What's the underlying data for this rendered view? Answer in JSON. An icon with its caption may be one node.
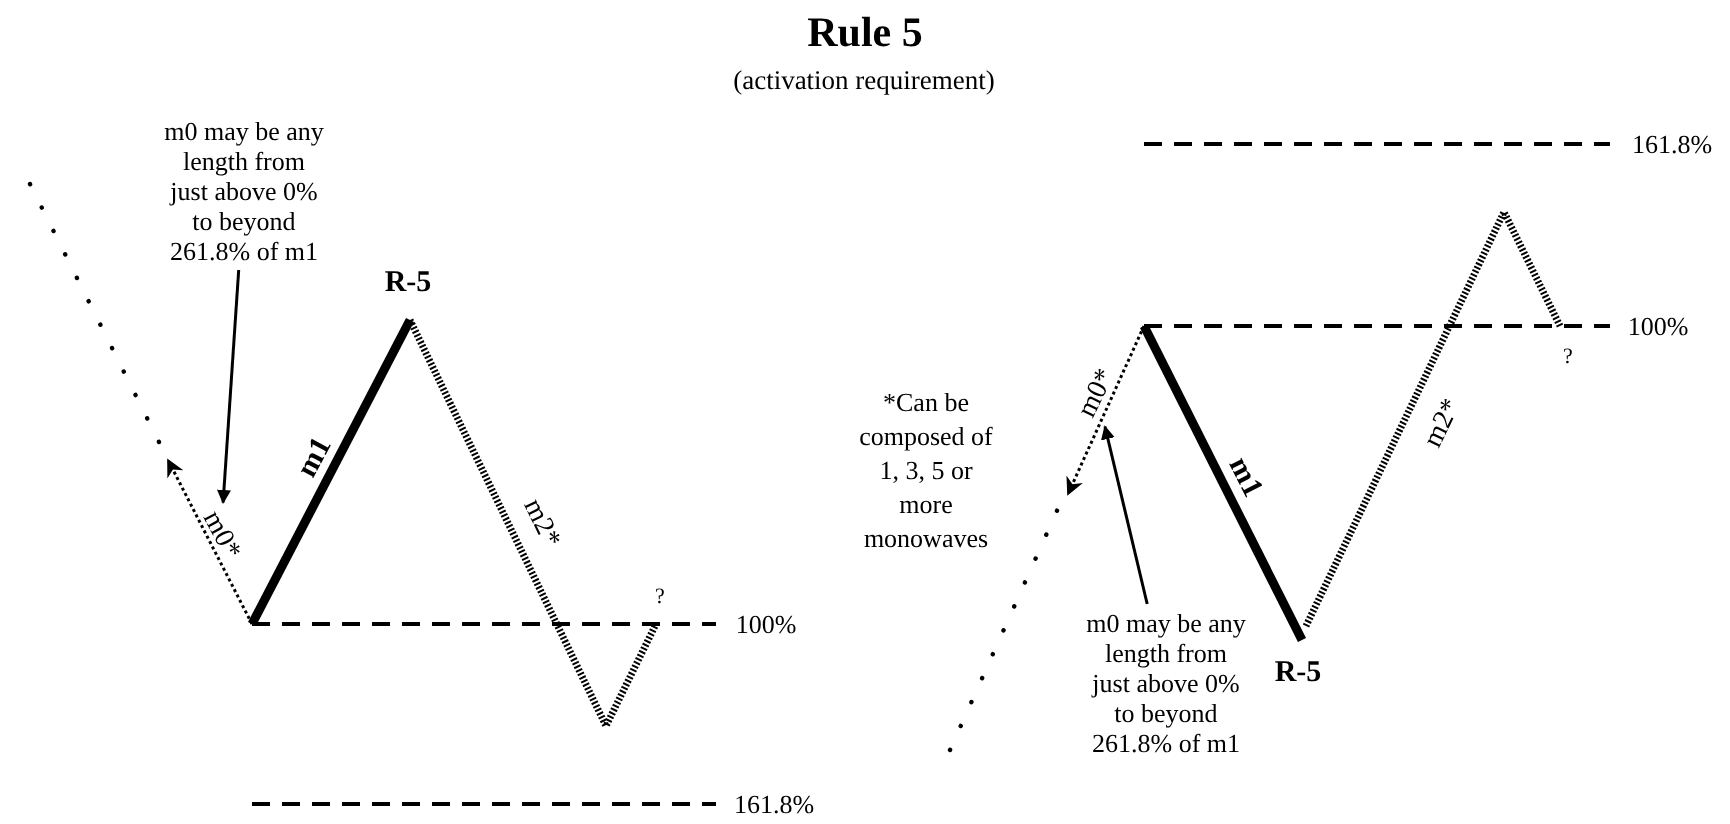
{
  "diagram": {
    "title": "Rule 5",
    "nodes": [
      {
        "text": [
          "m0 may be any length from just above 0% to beyond 261.8% of m1"
        ]
      },
      {
        "text": [
          "m0 may be any length from just above 0% to beyond 261.8% of m1"
        ]
      },
      {
        "text": [
          "m0*"
        ]
      },
      {
        "text": [
          "m0*"
        ]
      }
    ],
    "edges": [
      {
        "from": 0,
        "to": 2,
        "arrow": "to"
      },
      {
        "from": 1,
        "to": 3,
        "arrow": "to"
      }
    ],
    "labels": [
      "(activation requirement)",
      "*Can be composed of 1, 3, 5 or more monowaves",
      "R-5",
      "m1",
      "m2*",
      "?",
      "100%",
      "161.8%",
      "161.8%",
      "100%",
      "?",
      "m1",
      "m2*",
      "R-5"
    ]
  }
}
